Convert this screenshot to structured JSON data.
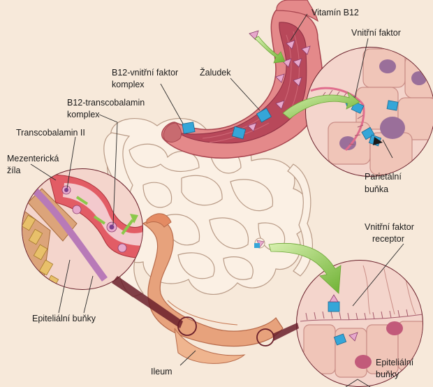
{
  "labels": {
    "vitamin_b12": "Vitamín B12",
    "intrinsic_factor_top": "Vnitřní faktor",
    "b12_if_complex_line1": "B12-vnitřní faktor",
    "b12_if_complex_line2": "komplex",
    "stomach": "Žaludek",
    "b12_tc_complex_line1": "B12-transcobalamin",
    "b12_tc_complex_line2": "komplex",
    "transcobalamin_ii": "Transcobalamin II",
    "mesenteric_vein_line1": "Mezenterická",
    "mesenteric_vein_line2": "žíla",
    "parietal_cell_line1": "Parietální",
    "parietal_cell_line2": "buňka",
    "if_receptor_line1": "Vnitřní faktor",
    "if_receptor_line2": "receptor",
    "epithelial_cells_left": "Epiteliální buňky",
    "ileum": "Ileum",
    "epithelial_cells_right_line1": "Epiteliální",
    "epithelial_cells_right_line2": "buňky"
  },
  "colors": {
    "background": "#f7e9da",
    "stomach_wall": "#e4898a",
    "stomach_lumen": "#b8485a",
    "intestine_outline": "#b89a86",
    "ileum": "#e7a27c",
    "b12_marker": "#e7a8cc",
    "intrinsic_factor_marker": "#35a6d8",
    "arrow_green": "#8cc84b",
    "callout_line": "#6a1f2a"
  }
}
